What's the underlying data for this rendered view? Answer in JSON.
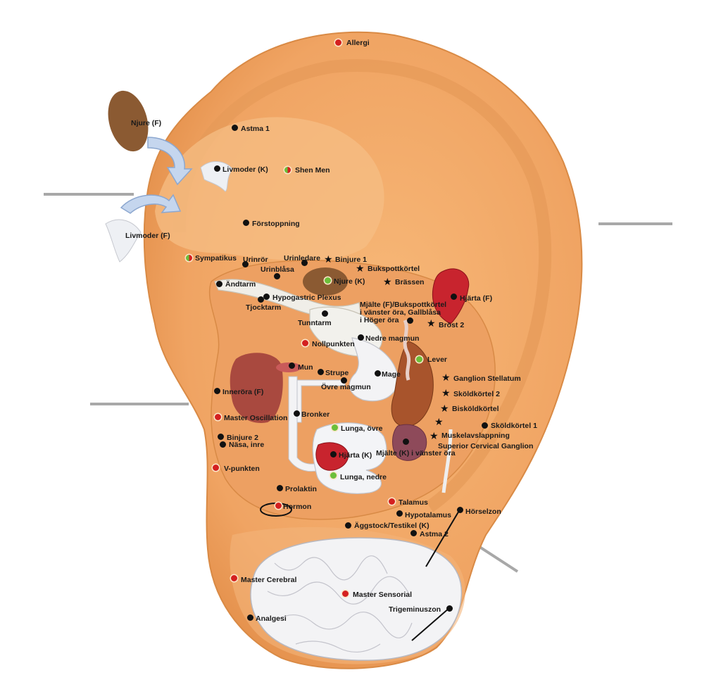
{
  "colors": {
    "skin": "#f1a868",
    "skin_light": "#f8c48e",
    "skin_dark": "#d98a45",
    "organ_white": "#eef0f4",
    "heart": "#c8242e",
    "liver": "#a8542c",
    "red_point": "#d42020",
    "green_point": "#6cbf3a",
    "black_point": "#111111"
  },
  "points": [
    {
      "id": "allergi",
      "label": "Allergi",
      "kind": "red"
    },
    {
      "id": "njure-f",
      "label": "Njure (F)",
      "kind": "none"
    },
    {
      "id": "astma-1",
      "label": "Astma 1",
      "kind": "black"
    },
    {
      "id": "livmoder-k",
      "label": "Livmoder (K)",
      "kind": "black"
    },
    {
      "id": "shen-men",
      "label": "Shen Men",
      "kind": "redgreen"
    },
    {
      "id": "livmoder-f",
      "label": "Livmoder (F)",
      "kind": "none"
    },
    {
      "id": "forstoppning",
      "label": "Förstoppning",
      "kind": "black"
    },
    {
      "id": "sympatikus",
      "label": "Sympatikus",
      "kind": "redgreen"
    },
    {
      "id": "urinror",
      "label": "Urinrör",
      "kind": "black"
    },
    {
      "id": "urinledare",
      "label": "Urinledare",
      "kind": "black"
    },
    {
      "id": "binjure-1",
      "label": "Binjure 1",
      "kind": "star"
    },
    {
      "id": "urinblasa",
      "label": "Urinblåsa",
      "kind": "black"
    },
    {
      "id": "bukspottkortel",
      "label": "Bukspottkörtel",
      "kind": "star"
    },
    {
      "id": "andtarm",
      "label": "Ändtarm",
      "kind": "black"
    },
    {
      "id": "njure-k",
      "label": "Njure (K)",
      "kind": "green"
    },
    {
      "id": "brassen",
      "label": "Brässen",
      "kind": "star"
    },
    {
      "id": "hypogastric",
      "label": "Hypogastric Plexus",
      "kind": "black"
    },
    {
      "id": "tjocktarm",
      "label": "Tjocktarm",
      "kind": "black"
    },
    {
      "id": "hjarta-f",
      "label": "Hjärta (F)",
      "kind": "black"
    },
    {
      "id": "mjalte-f",
      "label": "Mjälte (F)/Bukspottkörtel\ni vänster öra, Gallblåsa\ni Höger öra",
      "kind": "black"
    },
    {
      "id": "tunntarm",
      "label": "Tunntarm",
      "kind": "black"
    },
    {
      "id": "brost-2",
      "label": "Bröst 2",
      "kind": "star"
    },
    {
      "id": "nollpunkten",
      "label": "Nollpunkten",
      "kind": "red"
    },
    {
      "id": "nedre-magmun",
      "label": "Nedre magmun",
      "kind": "black"
    },
    {
      "id": "lever",
      "label": "Lever",
      "kind": "green"
    },
    {
      "id": "mun",
      "label": "Mun",
      "kind": "black"
    },
    {
      "id": "strupe",
      "label": "Strupe",
      "kind": "black"
    },
    {
      "id": "mage",
      "label": "Mage",
      "kind": "black"
    },
    {
      "id": "ganglion-stellatum",
      "label": "Ganglion Stellatum",
      "kind": "star"
    },
    {
      "id": "ovre-magmun",
      "label": "Övre magmun",
      "kind": "black"
    },
    {
      "id": "innerora-f",
      "label": "Inneröra (F)",
      "kind": "black"
    },
    {
      "id": "skoldkortel-2",
      "label": "Sköldkörtel 2",
      "kind": "star"
    },
    {
      "id": "bronker",
      "label": "Bronker",
      "kind": "black"
    },
    {
      "id": "biskoldkortel",
      "label": "Bisköldkörtel",
      "kind": "star"
    },
    {
      "id": "master-oscillation",
      "label": "Master Oscillation",
      "kind": "red"
    },
    {
      "id": "extra-star",
      "label": "",
      "kind": "star"
    },
    {
      "id": "skoldkortel-1",
      "label": "Sköldkörtel 1",
      "kind": "black"
    },
    {
      "id": "lunga-ovre",
      "label": "Lunga, övre",
      "kind": "green"
    },
    {
      "id": "muskelavslappning",
      "label": "Muskelavslappning",
      "kind": "star"
    },
    {
      "id": "binjure-2",
      "label": "Binjure 2",
      "kind": "black"
    },
    {
      "id": "superior-cervical",
      "label": "Superior Cervical Ganglion",
      "kind": "none"
    },
    {
      "id": "nasa-inre",
      "label": "Näsa, inre",
      "kind": "black"
    },
    {
      "id": "hjarta-k",
      "label": "Hjärta (K)",
      "kind": "black"
    },
    {
      "id": "mjalte-k",
      "label": "Mjälte (K) i vänster öra",
      "kind": "black"
    },
    {
      "id": "v-punkten",
      "label": "V-punkten",
      "kind": "red"
    },
    {
      "id": "lunga-nedre",
      "label": "Lunga, nedre",
      "kind": "green"
    },
    {
      "id": "prolaktin",
      "label": "Prolaktin",
      "kind": "black"
    },
    {
      "id": "talamus",
      "label": "Talamus",
      "kind": "red"
    },
    {
      "id": "hormon",
      "label": "Hormon",
      "kind": "red"
    },
    {
      "id": "hypotalamus",
      "label": "Hypotalamus",
      "kind": "black"
    },
    {
      "id": "horselzon",
      "label": "Hörselzon",
      "kind": "black"
    },
    {
      "id": "aggstock",
      "label": "Äggstock/Testikel (K)",
      "kind": "black"
    },
    {
      "id": "astma-2",
      "label": "Astma 2",
      "kind": "black"
    },
    {
      "id": "master-cerebral",
      "label": "Master Cerebral",
      "kind": "red"
    },
    {
      "id": "master-sensorial",
      "label": "Master Sensorial",
      "kind": "red"
    },
    {
      "id": "trigeminuszon",
      "label": "Trigeminuszon",
      "kind": "black"
    },
    {
      "id": "analgesi",
      "label": "Analgesi",
      "kind": "black"
    }
  ]
}
